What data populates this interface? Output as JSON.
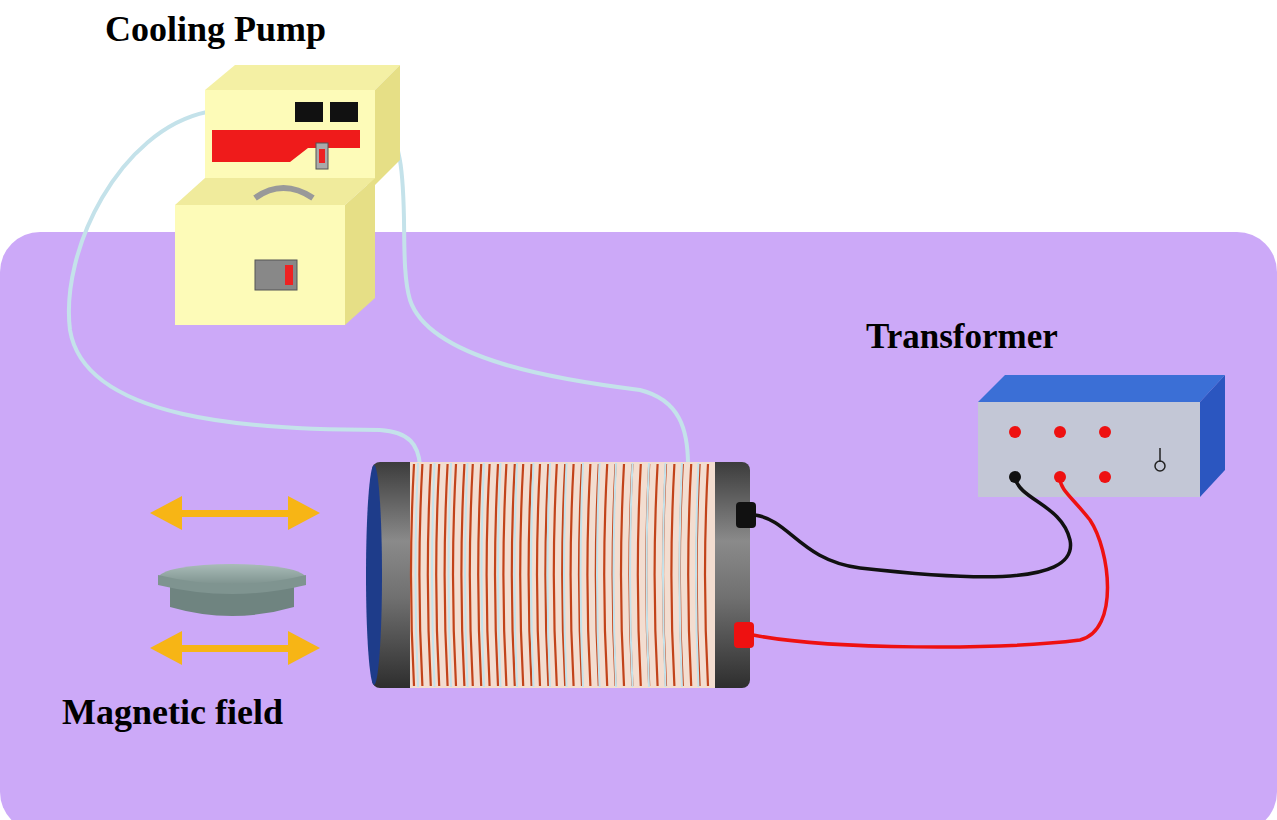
{
  "diagram": {
    "labels": [
      "Cooling Pump",
      "Transformer",
      "Magnetic field"
    ]
  }
}
